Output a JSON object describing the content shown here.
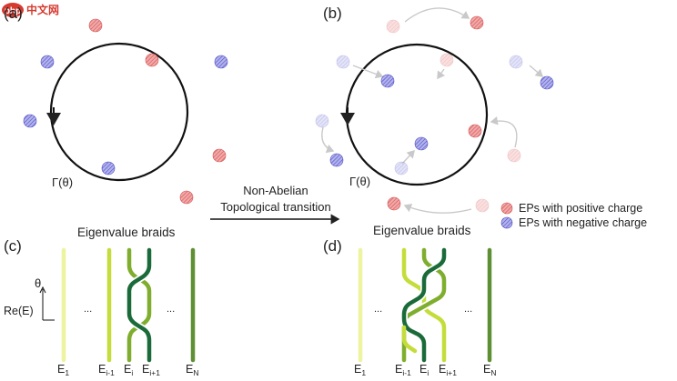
{
  "watermark": {
    "badge": "php",
    "text": "中文网"
  },
  "panels": {
    "a": {
      "label": "(a)",
      "contour_label": "Γ(θ)"
    },
    "b": {
      "label": "(b)",
      "contour_label": "Γ(θ)"
    },
    "c": {
      "label": "(c)",
      "title": "Eigenvalue braids",
      "axis_y": "θ",
      "axis_x": "Re(E)",
      "ellipsis": [
        "...",
        "..."
      ],
      "strand_labels": [
        {
          "base": "E",
          "sub": "1"
        },
        {
          "base": "E",
          "sub": "i-1"
        },
        {
          "base": "E",
          "sub": "i"
        },
        {
          "base": "E",
          "sub": "i+1"
        },
        {
          "base": "E",
          "sub": "N"
        }
      ]
    },
    "d": {
      "label": "(d)",
      "title": "Eigenvalue braids",
      "ellipsis": [
        "...",
        "..."
      ],
      "strand_labels": [
        {
          "base": "E",
          "sub": "1"
        },
        {
          "base": "E",
          "sub": "i-1"
        },
        {
          "base": "E",
          "sub": "i"
        },
        {
          "base": "E",
          "sub": "i+1"
        },
        {
          "base": "E",
          "sub": "N"
        }
      ]
    }
  },
  "transition": {
    "line1": "Non-Abelian",
    "line2": "Topological transition"
  },
  "legend": {
    "positive": "EPs with positive charge",
    "negative": "EPs with negative charge"
  },
  "colors": {
    "positive": "#e07070",
    "negative": "#6f6fd0",
    "strand_1": "#eef3a0",
    "strand_i_minus_1": "#c5dd3a",
    "strand_i": "#7fae2e",
    "strand_i_plus_1": "#1b6b3a",
    "strand_N": "#5f8f34"
  }
}
